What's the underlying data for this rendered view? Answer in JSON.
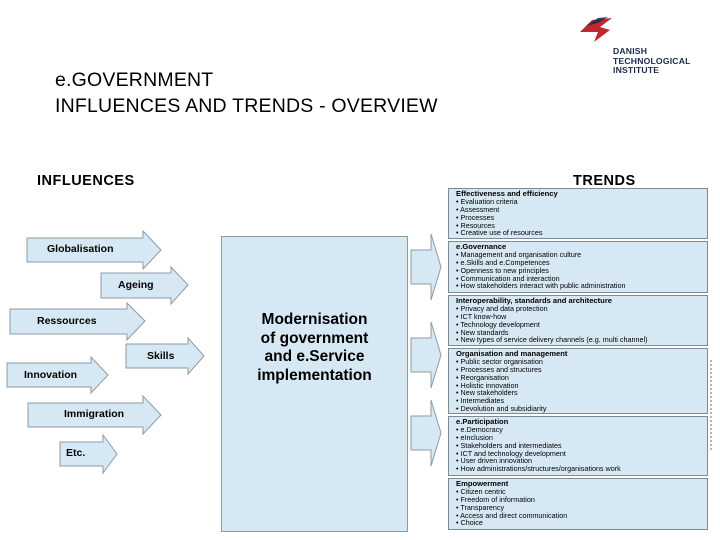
{
  "header": {
    "title_line1": "e.GOVERNMENT",
    "title_line2": "INFLUENCES AND TRENDS - OVERVIEW"
  },
  "logo": {
    "line1": "DANISH",
    "line2": "TECHNOLOGICAL",
    "line3": "INSTITUTE",
    "icon": "bird-icon",
    "color": "#c0282d"
  },
  "diagram": {
    "influences_heading": "INFLUENCES",
    "trends_heading": "TRENDS",
    "influences": [
      "Globalisation",
      "Ageing",
      "Ressources",
      "Skills",
      "Innovation",
      "Immigration",
      "Etc."
    ],
    "center_lines": [
      "Modernisation",
      "of government",
      "and e.Service",
      "implementation"
    ],
    "box_fill": "#d6e8f4",
    "arrow_fill": "#d6e8f4",
    "trends": [
      {
        "title": "Effectiveness and efficiency",
        "items": [
          "Evaluation criteria",
          "Assessment",
          "Processes",
          "Resources",
          "Creative use of resources"
        ]
      },
      {
        "title": "e.Governance",
        "items": [
          "Management and organisation culture",
          "e.Skills and e.Competences",
          "Openness to new principles",
          "Communication and interaction",
          "How stakeholders interact with public administration"
        ]
      },
      {
        "title": "Interoperability, standards and architecture",
        "items": [
          "Privacy and data protection",
          "ICT know-how",
          "Technology development",
          "New standards",
          "New types of service delivery channels (e.g. multi channel)"
        ]
      },
      {
        "title": "Organisation and management",
        "items": [
          "Public sector organisation",
          "Processes and structures",
          "Reorganisation",
          "Holistic innovation",
          "New stakeholders",
          "Intermediates",
          "Devolution and subsidiarity"
        ]
      },
      {
        "title": "e.Participation",
        "items": [
          "e.Democracy",
          "eInclusion",
          "Stakeholders and intermediates",
          "ICT and technology development",
          "User driven innovation",
          "How administrations/structures/organisations work"
        ]
      },
      {
        "title": "Empowerment",
        "items": [
          "Citizen centric",
          "Freedom of information",
          "Transparency",
          "Access and direct communication",
          "Choice"
        ]
      }
    ]
  }
}
